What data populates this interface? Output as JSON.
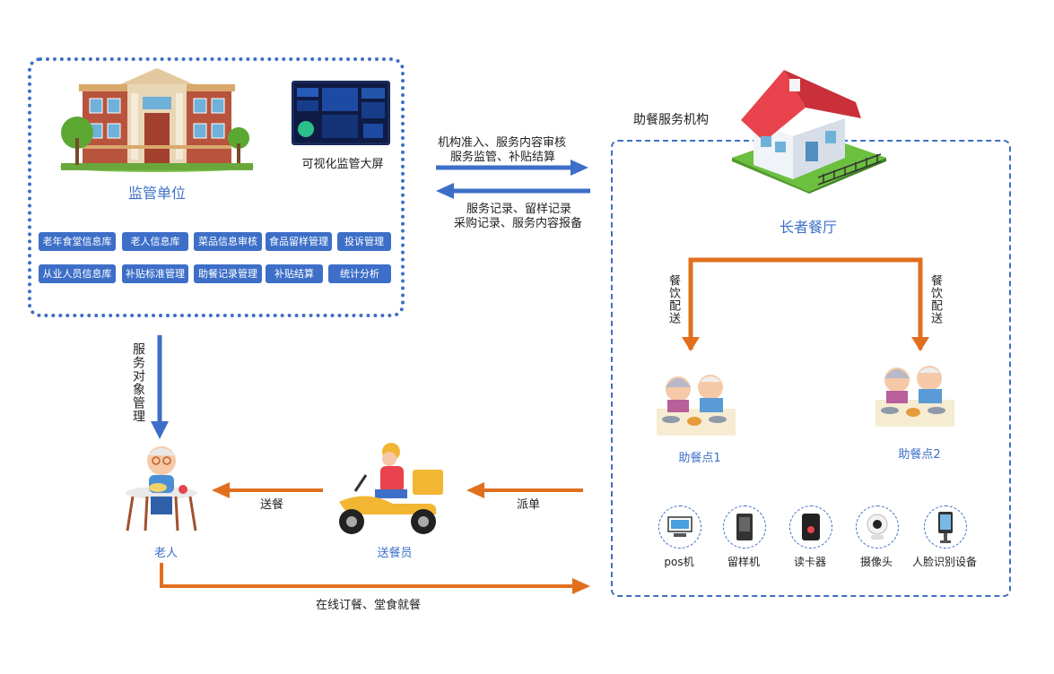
{
  "supervision": {
    "title": "监管单位",
    "screen_label": "可视化监管大屏",
    "buttons_row1": [
      "老年食堂信息库",
      "老人信息库",
      "菜品信息审核",
      "食品留样管理",
      "投诉管理"
    ],
    "buttons_row2": [
      "从业人员信息库",
      "补贴标准管理",
      "助餐记录管理",
      "补贴结算",
      "统计分析"
    ]
  },
  "arrows": {
    "to_org_line1": "机构准入、服务内容审核",
    "to_org_line2": "服务监管、补贴结算",
    "to_sup_line1": "服务记录、留样记录",
    "to_sup_line2": "采购记录、服务内容报备",
    "service_mgmt": "服务对象管理",
    "meal_delivery_left": "餐饮配送",
    "meal_delivery_right": "餐饮配送",
    "dispatch": "派单",
    "deliver": "送餐",
    "online_order": "在线订餐、堂食就餐"
  },
  "org": {
    "title": "助餐服务机构",
    "restaurant": "长者餐厅",
    "point1": "助餐点1",
    "point2": "助餐点2",
    "devices": [
      {
        "label": "pos机",
        "icon": "pos-terminal-icon"
      },
      {
        "label": "留样机",
        "icon": "sample-cabinet-icon"
      },
      {
        "label": "读卡器",
        "icon": "card-reader-icon"
      },
      {
        "label": "摄像头",
        "icon": "camera-icon"
      },
      {
        "label": "人脸识别设备",
        "icon": "face-recognition-icon"
      }
    ]
  },
  "elder": {
    "label": "老人"
  },
  "courier": {
    "label": "送餐员"
  },
  "colors": {
    "blue": "#3d6fc8",
    "orange": "#e0701e",
    "green": "#6cbf3f",
    "red": "#e8434d"
  }
}
